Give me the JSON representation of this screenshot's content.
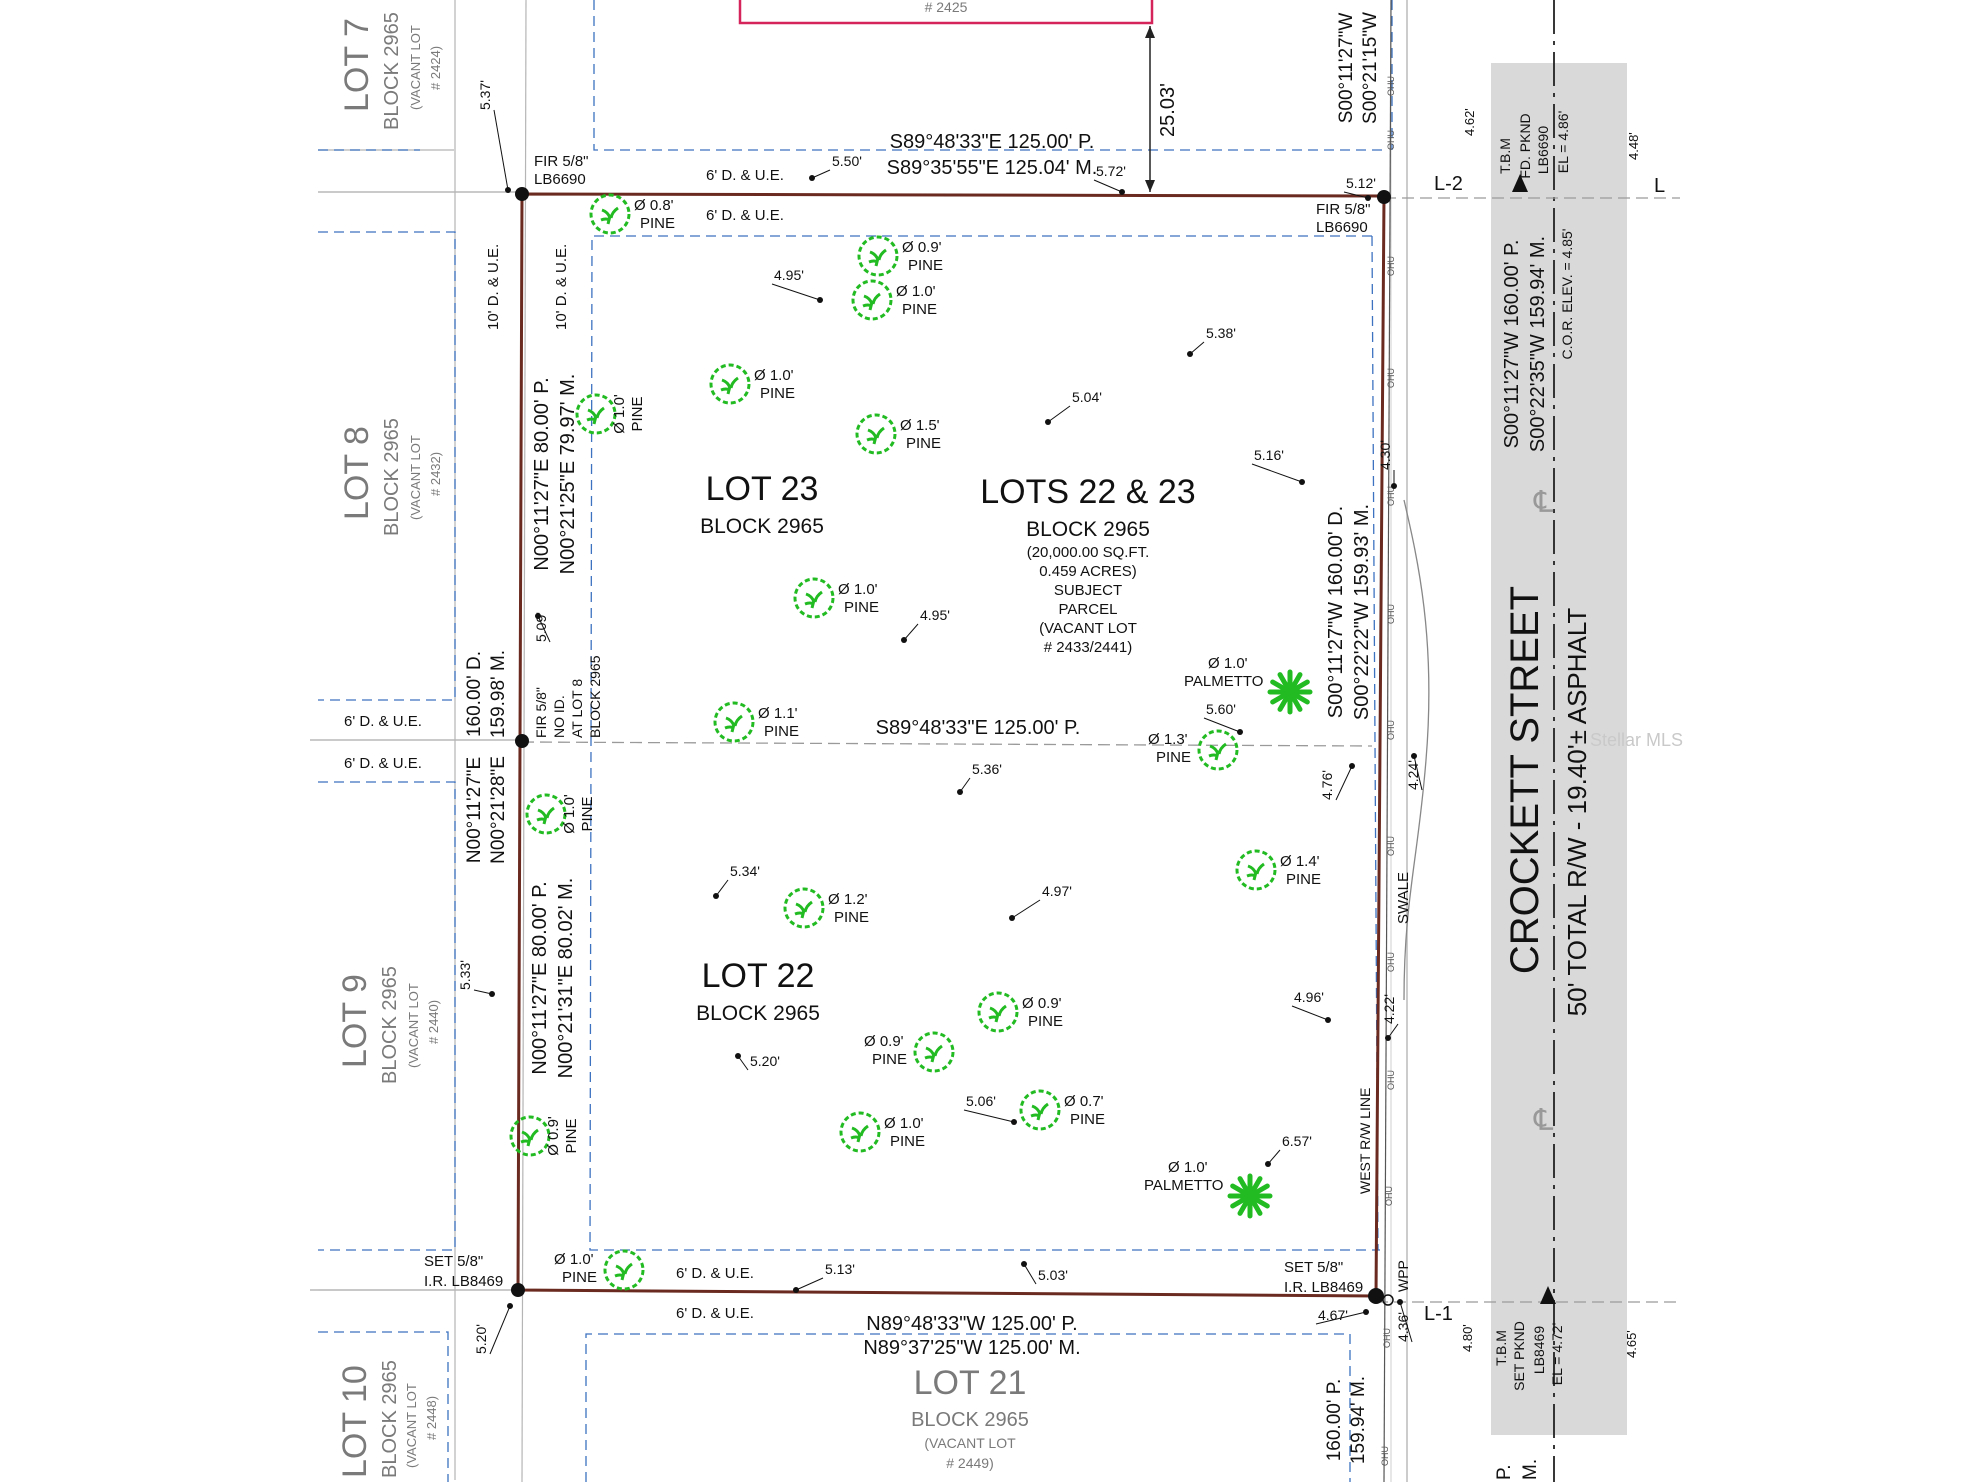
{
  "top_lot_text": "# 2425",
  "street": {
    "name": "CROCKETT STREET",
    "rw": "50' TOTAL R/W  -  19.40'± ASPHALT",
    "bearing1": "S00°11'27\"W  160.00' P.",
    "bearing2": "S00°22'35\"W  159.94' M.",
    "bearing_top1": "S00°11'27\"W",
    "bearing_top2": "S00°21'15\"W",
    "cor_elev": "C.O.R. ELEV. = 4.85'",
    "tbm_top": [
      "T.B.M",
      "FD. PKND",
      "LB6690",
      "EL = 4.86'"
    ],
    "tbm_bottom": [
      "T.B.M",
      "SET PKND",
      "LB8469",
      "EL = 4.72'"
    ],
    "elev_left_top": "4.62'",
    "elev_right_top": "4.48'",
    "elev_left_bottom": "4.80'",
    "elev_right_bottom": "4.65'",
    "bottom_frag1": "P.",
    "bottom_frag2": "M.",
    "watermark": "Stellar MLS"
  },
  "parcel": {
    "title": "LOTS 22 & 23",
    "block": "BLOCK 2965",
    "details": [
      "(20,000.00 SQ.FT.",
      "0.459 ACRES)",
      "SUBJECT",
      "PARCEL",
      "(VACANT LOT",
      "# 2433/2441)"
    ],
    "lot23": "LOT 23",
    "lot22": "LOT 22",
    "block23": "BLOCK 2965",
    "block22": "BLOCK 2965"
  },
  "bearings": {
    "north1": "S89°48'33\"E  125.00' P.",
    "north2": "S89°35'55\"E  125.04' M.",
    "south1": "N89°48'33\"W  125.00' P.",
    "south2": "N89°37'25\"W  125.00' M.",
    "mid": "S89°48'33\"E  125.00' P.",
    "east1": "S00°11'27\"W  160.00' D.",
    "east2": "S00°22'22\"W  159.93' M.",
    "west_top1": "N00°11'27\"E  80.00' P.",
    "west_top2": "N00°21'25\"E  79.97' M.",
    "west_bot1": "N00°11'27\"E  80.00' P.",
    "west_bot2": "N00°21'31\"E  80.02' M.",
    "west_full1": "160.00' D.",
    "west_full2": "159.98' M.",
    "west_full3": "N00°11'27\"E",
    "west_full4": "N00°21'28\"E",
    "east_lot21_1": "160.00' P.",
    "east_lot21_2": "159.94' M.",
    "setback": "25.03'"
  },
  "corners": {
    "nw": [
      "FIR 5/8\"",
      "LB6690"
    ],
    "ne": [
      "FIR 5/8\"",
      "LB6690"
    ],
    "sw": [
      "SET 5/8\"",
      "I.R. LB8469"
    ],
    "se": [
      "SET 5/8\"",
      "I.R. LB8469"
    ],
    "mid": [
      "FIR 5/8\"",
      "NO ID.",
      "AT LOT 8",
      "BLOCK 2965"
    ]
  },
  "easements": {
    "du": "6' D. & U.E.",
    "du10": "10' D. & U.E."
  },
  "neighbors": {
    "lot7": "LOT 7",
    "lot7_block": "BLOCK 2965",
    "lot7_vac": "(VACANT LOT",
    "lot7_num": "# 2424)",
    "lot8": "LOT 8",
    "lot8_block": "BLOCK 2965",
    "lot8_vac": "(VACANT LOT",
    "lot8_num": "# 2432)",
    "lot9": "LOT 9",
    "lot9_block": "BLOCK 2965",
    "lot9_vac": "(VACANT LOT",
    "lot9_num": "# 2440)",
    "lot10": "LOT 10",
    "lot10_block": "BLOCK 2965",
    "lot10_vac": "(VACANT LOT",
    "lot10_num": "# 2448)",
    "lot21": "LOT 21",
    "lot21_block": "BLOCK 2965",
    "lot21_vac": "(VACANT LOT",
    "lot21_num": "# 2449)"
  },
  "misc": {
    "l2": "L-2",
    "l1": "L-1",
    "l": "L",
    "ohu": "OHU",
    "swale": "SWALE",
    "west_rw": "WEST R/W LINE",
    "wpp": "WPP"
  },
  "trees": [
    {
      "size": "Ø 0.8'",
      "type": "PINE"
    },
    {
      "size": "Ø 0.9'",
      "type": "PINE"
    },
    {
      "size": "Ø 1.0'",
      "type": "PINE"
    },
    {
      "size": "Ø 1.0'",
      "type": "PINE"
    },
    {
      "size": "Ø 1.0'",
      "type": "PINE"
    },
    {
      "size": "Ø 1.5'",
      "type": "PINE"
    },
    {
      "size": "Ø 1.0'",
      "type": "PINE"
    },
    {
      "size": "Ø 1.1'",
      "type": "PINE"
    },
    {
      "size": "Ø 1.0'",
      "type": "PALMETTO"
    },
    {
      "size": "Ø 1.3'",
      "type": "PINE"
    },
    {
      "size": "Ø 1.0'",
      "type": "PINE"
    },
    {
      "size": "Ø 1.4'",
      "type": "PINE"
    },
    {
      "size": "Ø 1.2'",
      "type": "PINE"
    },
    {
      "size": "Ø 0.9'",
      "type": "PINE"
    },
    {
      "size": "Ø 0.9'",
      "type": "PINE"
    },
    {
      "size": "Ø 0.7'",
      "type": "PINE"
    },
    {
      "size": "Ø 1.0'",
      "type": "PINE"
    },
    {
      "size": "Ø 0.9'",
      "type": "PINE"
    },
    {
      "size": "Ø 1.0'",
      "type": "PALMETTO"
    },
    {
      "size": "Ø 1.0'",
      "type": "PINE"
    }
  ],
  "elevations": [
    "5.37'",
    "5.50'",
    "5.72'",
    "5.12'",
    "4.95'",
    "5.38'",
    "5.04'",
    "5.16'",
    "4.30'",
    "4.95'",
    "5.09'",
    "5.60'",
    "5.36'",
    "4.76'",
    "4.24'",
    "5.34'",
    "4.97'",
    "5.33'",
    "4.96'",
    "4.22'",
    "5.20'",
    "5.06'",
    "6.57'",
    "5.13'",
    "5.03'",
    "4.67'",
    "4.36'",
    "5.20'"
  ],
  "colors": {
    "boundary": "#6a2a1f",
    "easement": "#3d72c0",
    "tree": "#22bb22",
    "street": "#d9d9d9",
    "neighbor_text": "#7a7a7a",
    "top_lot": "#d4245a"
  }
}
